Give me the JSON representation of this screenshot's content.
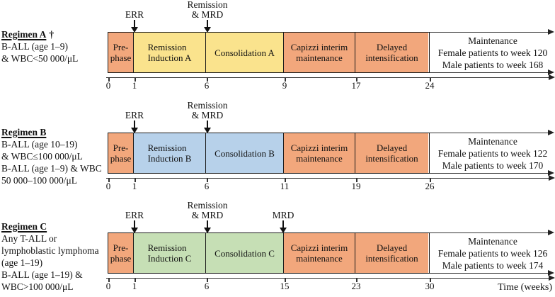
{
  "figure": {
    "time_axis_label": "Time (weeks)"
  },
  "colors": {
    "orange": "#F2A77C",
    "yellow": "#FAE38D",
    "blue": "#B7D1EA",
    "green": "#C6DFB5"
  },
  "regimens": [
    {
      "id": "A",
      "title": "Regimen A",
      "title_suffix": "†",
      "criteria": [
        "B-ALL (age 1–9)",
        "& WBC<50 000/μL"
      ],
      "markers": [
        {
          "name": "ERR",
          "lines": [
            "ERR"
          ]
        },
        {
          "name": "Remission & MRD",
          "lines": [
            "Remission",
            "& MRD"
          ]
        }
      ],
      "phases": [
        {
          "name": "Pre-phase",
          "lines": [
            "Pre-",
            "phase"
          ],
          "color": "#F2A77C"
        },
        {
          "name": "Remission Induction A",
          "lines": [
            "Remission",
            "Induction A"
          ],
          "color": "#FAE38D"
        },
        {
          "name": "Consolidation A",
          "lines": [
            "Consolidation A"
          ],
          "color": "#FAE38D"
        },
        {
          "name": "Capizzi interim maintenance",
          "lines": [
            "Capizzi interim",
            "maintenance"
          ],
          "color": "#F2A77C"
        },
        {
          "name": "Delayed intensification",
          "lines": [
            "Delayed",
            "intensification"
          ],
          "color": "#F2A77C"
        }
      ],
      "maintenance": [
        "Maintenance",
        "Female patients to week 120",
        "Male patients to week 168"
      ],
      "ticks": [
        "0",
        "1",
        "6",
        "9",
        "17",
        "24"
      ]
    },
    {
      "id": "B",
      "title": "Regimen B",
      "title_suffix": "",
      "criteria": [
        "B-ALL (age 10–19)",
        "& WBC≤100 000/μL",
        "B-ALL (age 1–9) & WBC",
        "50 000–100 000/μL"
      ],
      "markers": [
        {
          "name": "ERR",
          "lines": [
            "ERR"
          ]
        },
        {
          "name": "Remission & MRD",
          "lines": [
            "Remission",
            "& MRD"
          ]
        }
      ],
      "phases": [
        {
          "name": "Pre-phase",
          "lines": [
            "Pre-",
            "phase"
          ],
          "color": "#F2A77C"
        },
        {
          "name": "Remission Induction B",
          "lines": [
            "Remission",
            "Induction B"
          ],
          "color": "#B7D1EA"
        },
        {
          "name": "Consolidation B",
          "lines": [
            "Consolidation B"
          ],
          "color": "#B7D1EA"
        },
        {
          "name": "Capizzi interim maintenance",
          "lines": [
            "Capizzi interim",
            "maintenance"
          ],
          "color": "#F2A77C"
        },
        {
          "name": "Delayed intensification",
          "lines": [
            "Delayed",
            "intensification"
          ],
          "color": "#F2A77C"
        }
      ],
      "maintenance": [
        "Maintenance",
        "Female patients to week 122",
        "Male patients to week 170"
      ],
      "ticks": [
        "0",
        "1",
        "6",
        "11",
        "19",
        "26"
      ]
    },
    {
      "id": "C",
      "title": "Regimen C",
      "title_suffix": "",
      "criteria": [
        "Any T-ALL or",
        "lymphoblastic lymphoma",
        "(age 1–19)",
        "B-ALL (age 1–19) &",
        "WBC>100 000/μL"
      ],
      "markers": [
        {
          "name": "ERR",
          "lines": [
            "ERR"
          ]
        },
        {
          "name": "Remission & MRD",
          "lines": [
            "Remission",
            "& MRD"
          ]
        },
        {
          "name": "MRD",
          "lines": [
            "MRD"
          ]
        }
      ],
      "phases": [
        {
          "name": "Pre-phase",
          "lines": [
            "Pre-",
            "phase"
          ],
          "color": "#F2A77C"
        },
        {
          "name": "Remission Induction C",
          "lines": [
            "Remission",
            "Induction C"
          ],
          "color": "#C6DFB5"
        },
        {
          "name": "Consolidation C",
          "lines": [
            "Consolidation C"
          ],
          "color": "#C6DFB5"
        },
        {
          "name": "Capizzi interim maintenance",
          "lines": [
            "Capizzi interim",
            "maintenance"
          ],
          "color": "#F2A77C"
        },
        {
          "name": "Delayed intensification",
          "lines": [
            "Delayed",
            "intensification"
          ],
          "color": "#F2A77C"
        }
      ],
      "maintenance": [
        "Maintenance",
        "Female patients to week 126",
        "Male patients to week 174"
      ],
      "ticks": [
        "0",
        "1",
        "6",
        "15",
        "23",
        "30"
      ]
    }
  ]
}
